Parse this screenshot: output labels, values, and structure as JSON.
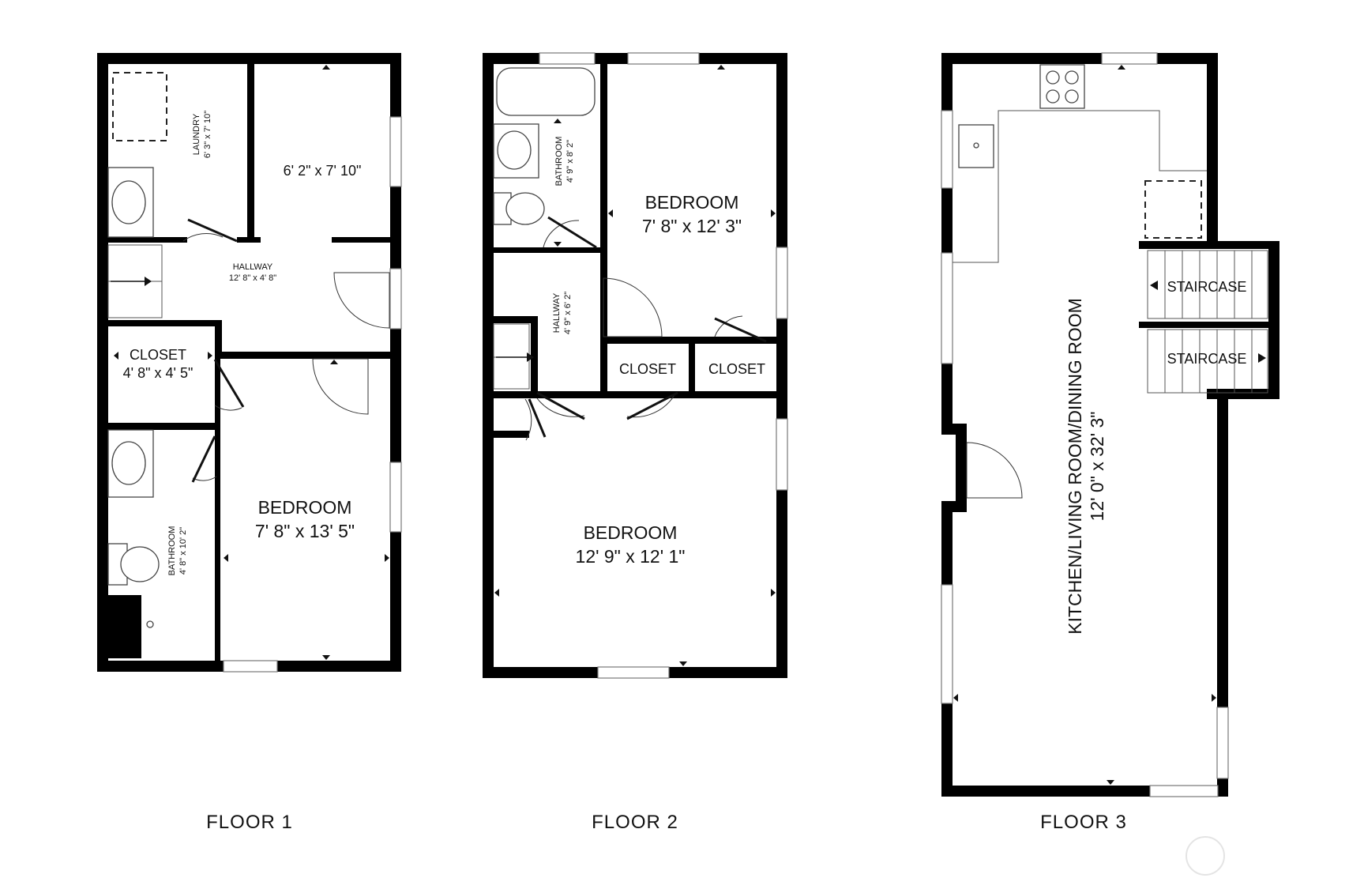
{
  "floors": [
    {
      "label": "FLOOR 1",
      "rooms": {
        "laundry": {
          "name": "LAUNDRY",
          "dims": "6' 3\" x 7' 10\""
        },
        "room_unnamed": {
          "dims": "6' 2\" x 7' 10\""
        },
        "hallway": {
          "name": "HALLWAY",
          "dims": "12' 8\" x 4' 8\""
        },
        "closet": {
          "name": "CLOSET",
          "dims": "4' 8\" x 4' 5\""
        },
        "bathroom": {
          "name": "BATHROOM",
          "dims": "4' 8\" x 10' 2\""
        },
        "bedroom": {
          "name": "BEDROOM",
          "dims": "7' 8\" x 13' 5\""
        }
      }
    },
    {
      "label": "FLOOR 2",
      "rooms": {
        "bathroom": {
          "name": "BATHROOM",
          "dims": "4' 9\" x 8' 2\""
        },
        "bedroom_top": {
          "name": "BEDROOM",
          "dims": "7' 8\" x 12' 3\""
        },
        "hallway": {
          "name": "HALLWAY",
          "dims": "4' 9\" x 6' 2\""
        },
        "closet_a": {
          "name": "CLOSET"
        },
        "closet_b": {
          "name": "CLOSET"
        },
        "bedroom_bottom": {
          "name": "BEDROOM",
          "dims": "12' 9\" x 12' 1\""
        }
      }
    },
    {
      "label": "FLOOR 3",
      "rooms": {
        "main": {
          "name": "KITCHEN/LIVING ROOM/DINING ROOM",
          "dims": "12' 0\" x 32' 3\""
        },
        "stair_up": {
          "name": "STAIRCASE"
        },
        "stair_down": {
          "name": "STAIRCASE"
        }
      }
    }
  ]
}
